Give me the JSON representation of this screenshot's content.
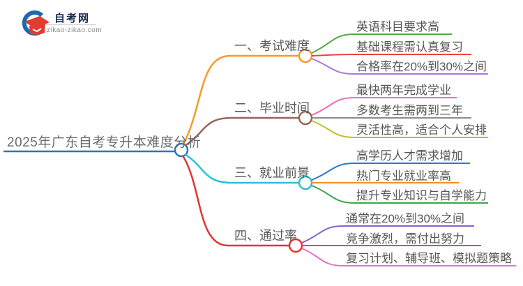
{
  "logo": {
    "site_name": "自考网",
    "site_url": "zikao-zikao.com",
    "icon": "graduation-cap-icon",
    "cap_color": "#e23b30",
    "swoosh_color": "#1e68ad"
  },
  "central": {
    "label": "2025年广东自考专升本难度分析",
    "color": "#2878b8"
  },
  "branches": [
    {
      "label": "一、考试难度",
      "color": "#f59a28",
      "children": [
        {
          "label": "英语科目要求高",
          "color": "#4cae3e"
        },
        {
          "label": "基础课程需认真复习",
          "color": "#e84444"
        },
        {
          "label": "合格率在20%到30%之间",
          "color": "#a678de"
        }
      ]
    },
    {
      "label": "二、毕业时间",
      "color": "#96655a",
      "children": [
        {
          "label": "最快两年完成学业",
          "color": "#f06eb4"
        },
        {
          "label": "多数考生需两到三年",
          "color": "#8c8c8c"
        },
        {
          "label": "灵活性高，适合个人安排",
          "color": "#c0bd2a"
        }
      ]
    },
    {
      "label": "三、就业前景",
      "color": "#2bc0d4",
      "children": [
        {
          "label": "高学历人才需求增加",
          "color": "#2e78c8"
        },
        {
          "label": "热门专业就业率高",
          "color": "#ff8a1e"
        },
        {
          "label": "提升专业知识与自学能力",
          "color": "#3da647"
        }
      ]
    },
    {
      "label": "四、通过率",
      "color": "#e63232",
      "children": [
        {
          "label": "通常在20%到30%之间",
          "color": "#8a5fd0"
        },
        {
          "label": "竞争激烈，需付出努力",
          "color": "#a5685f"
        },
        {
          "label": "复习计划、辅导班、模拟题策略",
          "color": "#ef6ec4"
        }
      ]
    }
  ]
}
